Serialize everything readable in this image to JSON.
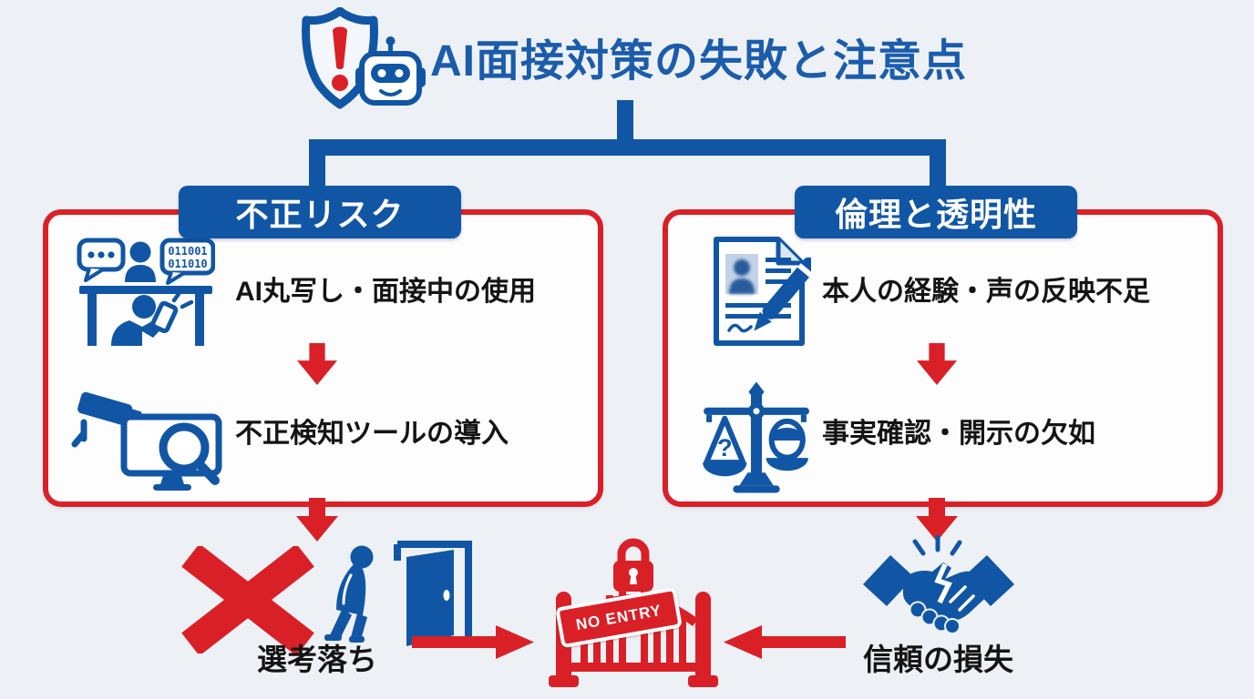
{
  "palette": {
    "background": "#edf1f6",
    "blue": "#1156a5",
    "title_blue": "#1b5cab",
    "red": "#da2027",
    "text_dark": "#141414",
    "white": "#ffffff"
  },
  "title": {
    "text": "AI面接対策の失敗と注意点"
  },
  "tree": {
    "left_branch": {
      "header": "不正リスク",
      "items": [
        {
          "label": "AI丸写し・面接中の使用",
          "icon": "interview-cheating-icon"
        },
        {
          "label": "不正検知ツールの導入",
          "icon": "detection-tools-icon"
        }
      ]
    },
    "right_branch": {
      "header": "倫理と透明性",
      "items": [
        {
          "label": "本人の経験・声の反映不足",
          "icon": "resume-pen-icon"
        },
        {
          "label": "事実確認・開示の欠如",
          "icon": "scales-of-ethics-icon"
        }
      ]
    }
  },
  "outcomes": {
    "left_label": "選考落ち",
    "right_label": "信頼の損失",
    "gate_sign": "NO ENTRY"
  },
  "icon_texts": {
    "binary_line_1": "011001",
    "binary_line_2": "011010",
    "question_mark": "?"
  }
}
